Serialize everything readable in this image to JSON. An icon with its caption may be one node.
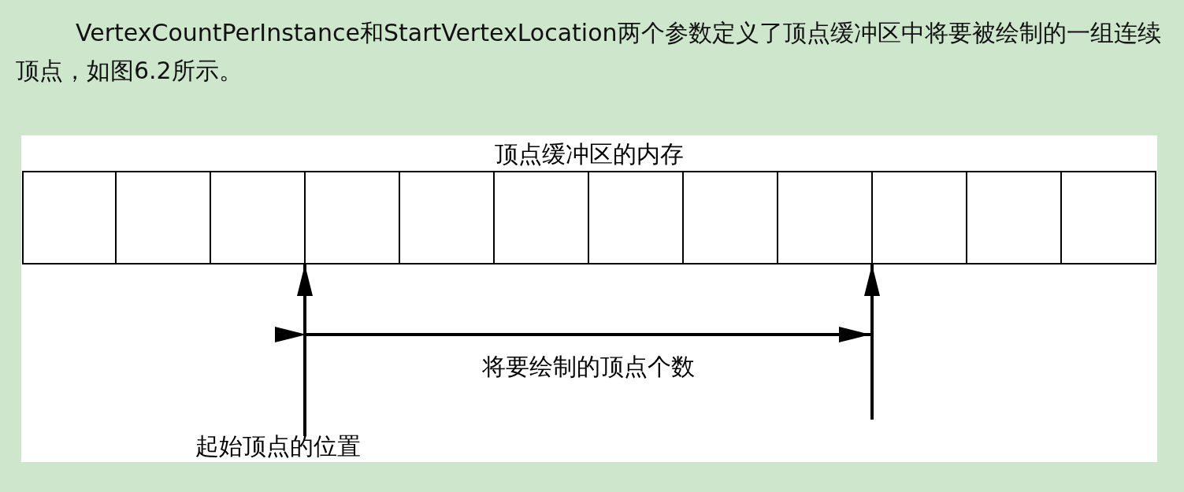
{
  "diagram": {
    "nodes": [
      {
        "text": [
          "顶点缓冲区的内存"
        ]
      },
      {
        "text": [],
        "shape": "box",
        "in": 0
      },
      {
        "text": [],
        "shape": "box",
        "in": 0
      },
      {
        "text": [],
        "shape": "box",
        "in": 0
      },
      {
        "text": [],
        "shape": "box",
        "in": 0
      },
      {
        "text": [],
        "shape": "box",
        "in": 0
      },
      {
        "text": [],
        "shape": "box",
        "in": 0
      },
      {
        "text": [],
        "shape": "box",
        "in": 0
      },
      {
        "text": [],
        "shape": "box",
        "in": 0
      },
      {
        "text": [],
        "shape": "box",
        "in": 0
      },
      {
        "text": [],
        "shape": "box",
        "in": 0
      },
      {
        "text": [],
        "shape": "box",
        "in": 0
      },
      {
        "text": [],
        "shape": "box",
        "in": 0
      },
      {
        "text": [
          "起始顶点的位置"
        ]
      }
    ],
    "edges": [
      {
        "from": 13,
        "to": 4,
        "arrow": "to"
      },
      {
        "from": null,
        "to": 10,
        "arrow": "to"
      }
    ],
    "labels": [
      "VertexCountPerInstance和StartVertexLocation两个参数定义了顶点缓冲区中将要被绘制的一组连续顶点，如图6.2所示。",
      "将要绘制的顶点个数"
    ]
  }
}
